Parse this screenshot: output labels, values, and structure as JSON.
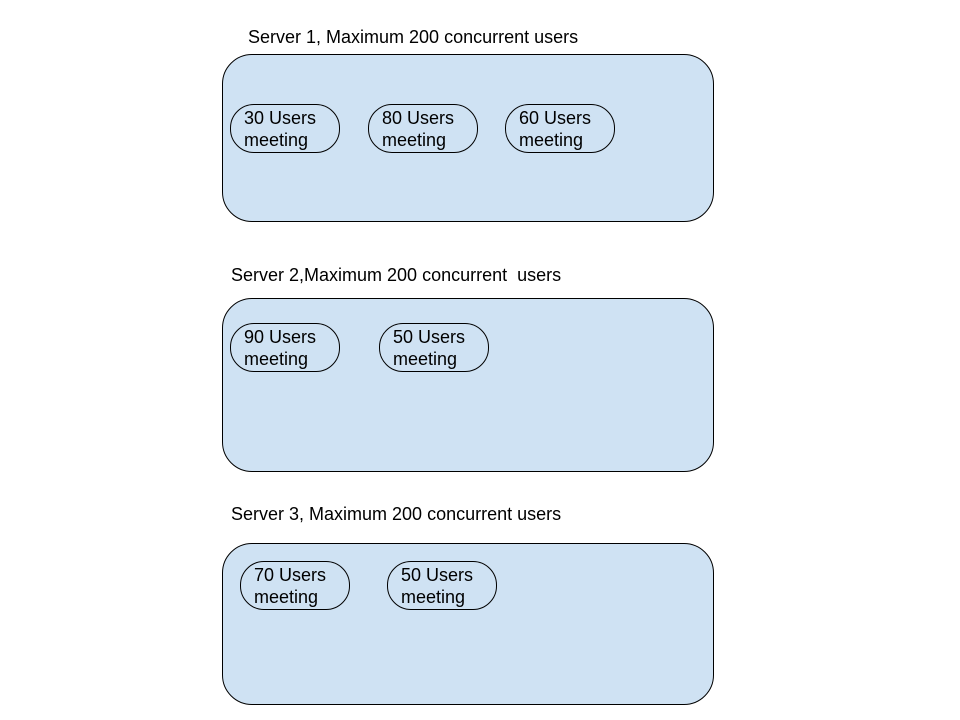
{
  "colors": {
    "box_fill": "#cfe2f3",
    "stroke": "#000000",
    "text": "#000000"
  },
  "servers": [
    {
      "title": "Server 1, Maximum 200 concurrent users",
      "meetings": [
        {
          "line1": "30 Users",
          "line2": "meeting"
        },
        {
          "line1": "80 Users",
          "line2": "meeting"
        },
        {
          "line1": "60 Users",
          "line2": "meeting"
        }
      ]
    },
    {
      "title": "Server 2,Maximum 200 concurrent  users",
      "meetings": [
        {
          "line1": "90 Users",
          "line2": "meeting"
        },
        {
          "line1": "50 Users",
          "line2": "meeting"
        }
      ]
    },
    {
      "title": "Server 3, Maximum 200 concurrent users",
      "meetings": [
        {
          "line1": "70 Users",
          "line2": "meeting"
        },
        {
          "line1": "50 Users",
          "line2": "meeting"
        }
      ]
    }
  ]
}
